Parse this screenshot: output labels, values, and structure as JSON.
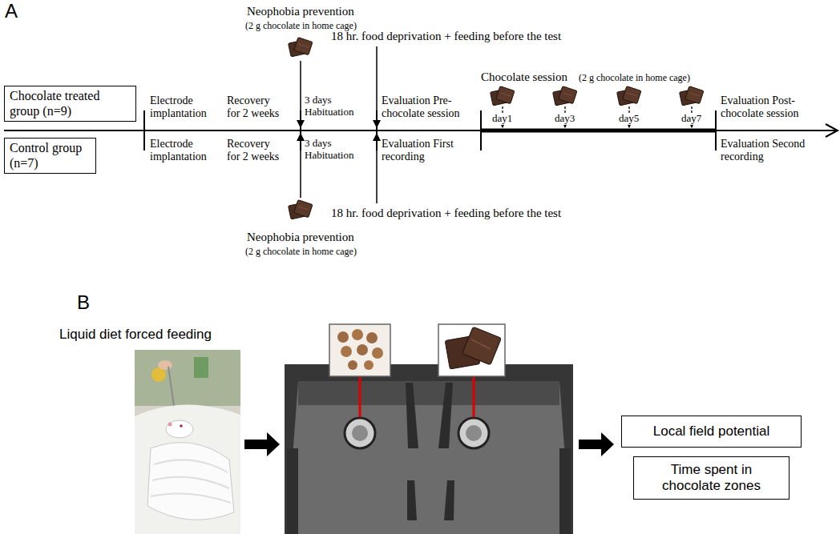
{
  "diagram": {
    "nodes": [
      {
        "text": [
          "Chocolate treated group (n=9)"
        ]
      },
      {
        "text": [
          "Control group (n=7)"
        ]
      },
      {
        "text": [
          "Local field potential"
        ]
      },
      {
        "text": [
          "Time spent in chocolate zones"
        ]
      }
    ],
    "labels": [
      "A",
      "Neophobia prevention",
      "(2 g chocolate in home cage)",
      "18 hr. food deprivation + feeding before the test",
      "Chocolate session",
      "(2 g chocolate in home cage)",
      "day1",
      "day3",
      "day5",
      "day7",
      "Electrode implantation",
      "Recovery for 2 weeks",
      "3 days Habituation",
      "Evaluation Pre-chocolate session",
      "Evaluation Post-chocolate session",
      "Electrode implantation",
      "Recovery for 2 weeks",
      "3 days Habituation",
      "Evaluation First recording",
      "Evaluation Second recording",
      "18 hr. food deprivation + feeding before the test",
      "Neophobia prevention",
      "(2 g chocolate in home cage)",
      "B",
      "Liquid diet forced feeding"
    ]
  }
}
